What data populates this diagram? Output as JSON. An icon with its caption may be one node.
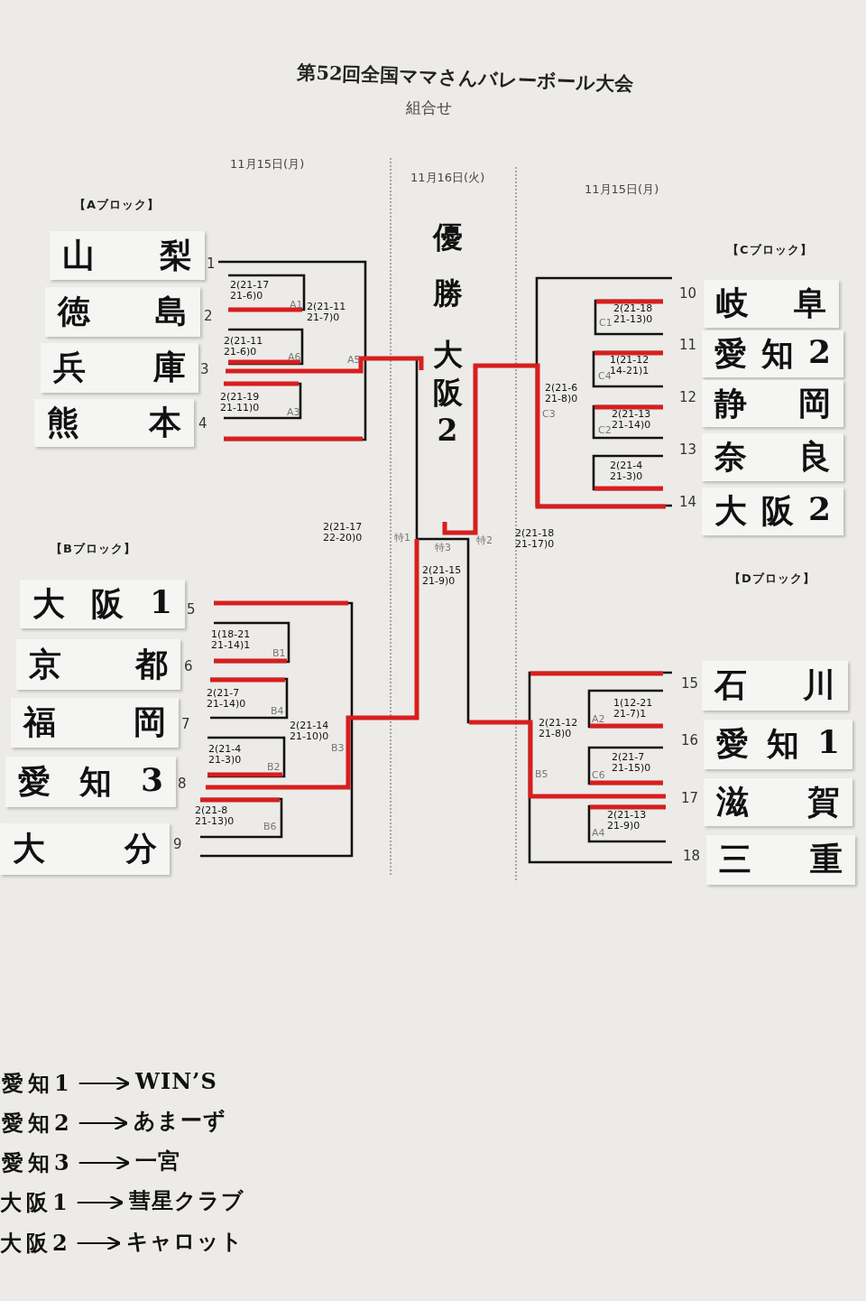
{
  "diagram": {
    "title": "第52回全国ママさんバレーボール大会",
    "nodes": [
      {
        "text": [
          "山梨"
        ],
        "beside": [
          "1"
        ]
      },
      {
        "text": [
          "徳島"
        ],
        "beside": [
          "2"
        ]
      },
      {
        "text": [
          "兵庫"
        ],
        "beside": [
          "3"
        ]
      },
      {
        "text": [
          "熊本"
        ],
        "beside": [
          "4"
        ]
      },
      {
        "text": [
          "大阪 1"
        ],
        "beside": [
          "5"
        ]
      },
      {
        "text": [
          "京都"
        ],
        "beside": [
          "6"
        ]
      },
      {
        "text": [
          "福岡"
        ],
        "beside": [
          "7"
        ]
      },
      {
        "text": [
          "愛知 3"
        ],
        "beside": [
          "8"
        ]
      },
      {
        "text": [
          "大分"
        ],
        "beside": [
          "9"
        ]
      },
      {
        "text": [
          "岐阜"
        ],
        "beside": [
          "10"
        ]
      },
      {
        "text": [
          "愛知 2"
        ],
        "beside": [
          "11"
        ]
      },
      {
        "text": [
          "静岡"
        ],
        "beside": [
          "12"
        ]
      },
      {
        "text": [
          "奈良"
        ],
        "beside": [
          "13"
        ]
      },
      {
        "text": [
          "大阪 2"
        ],
        "beside": [
          "14"
        ]
      },
      {
        "text": [
          "石川"
        ],
        "beside": [
          "15"
        ]
      },
      {
        "text": [
          "愛知 1"
        ],
        "beside": [
          "16"
        ]
      },
      {
        "text": [
          "滋賀"
        ],
        "beside": [
          "17"
        ]
      },
      {
        "text": [
          "三重"
        ],
        "beside": [
          "18"
        ]
      },
      {
        "text": [
          "愛知1"
        ]
      },
      {
        "text": [
          "WIN’S"
        ]
      },
      {
        "text": [
          "愛知2"
        ]
      },
      {
        "text": [
          "あまーず"
        ]
      },
      {
        "text": [
          "愛知3"
        ]
      },
      {
        "text": [
          "一宮"
        ]
      },
      {
        "text": [
          "大阪1"
        ]
      },
      {
        "text": [
          "彗星クラブ"
        ]
      },
      {
        "text": [
          "大阪2"
        ]
      },
      {
        "text": [
          "キャロット"
        ]
      }
    ],
    "edges": [
      {
        "from": 18,
        "to": 19,
        "arrow": "to"
      },
      {
        "from": 20,
        "to": 21,
        "arrow": "to"
      },
      {
        "from": 22,
        "to": 23,
        "arrow": "to"
      },
      {
        "from": 24,
        "to": 25,
        "arrow": "to"
      },
      {
        "from": 26,
        "to": 27,
        "arrow": "to"
      }
    ],
    "labels": [
      "組合せ",
      "11月15日(月)",
      "11月16日(火)",
      "11月15日(月)",
      "【Aブロック】",
      "優勝",
      "大阪2",
      "【Cブロック】",
      "2(21-17 21-6)0",
      "A1",
      "2(21-11 21-7)0",
      "2(21-11 21-6)0",
      "A6",
      "A5",
      "2(21-19 21-11)0",
      "A3",
      "2(21-18 21-13)0",
      "C1",
      "1(21-12 14-21)1",
      "C4",
      "2(21-6 21-8)0",
      "C3",
      "2(21-13 21-14)0",
      "C2",
      "2(21-4 21-3)0",
      "2(21-17 22-20)0",
      "特1",
      "特3",
      "特2",
      "2(21-18 21-17)0",
      "2(21-15 21-9)0",
      "【Bブロック】",
      "【Dブロック】",
      "1(18-21 21-14)1",
      "B1",
      "2(21-7 21-14)0",
      "B4",
      "2(21-14 21-10)0",
      "B3",
      "2(21-4 21-3)0",
      "B2",
      "2(21-8 21-13)0",
      "B6",
      "1(12-21 21-7)1",
      "A2",
      "2(21-12 21-8)0",
      "2(21-7 21-15)0",
      "C6",
      "B5",
      "2(21-13 21-9)0",
      "A4"
    ]
  }
}
